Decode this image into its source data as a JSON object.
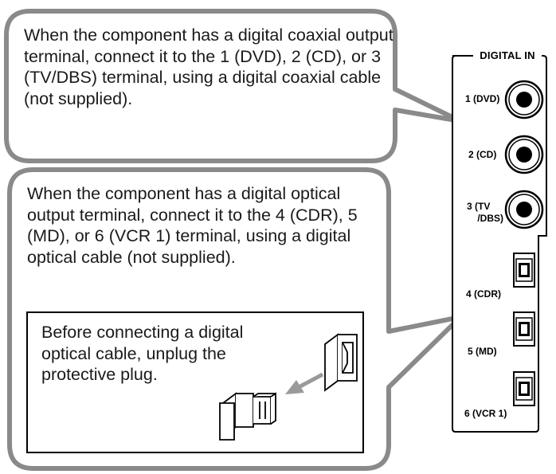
{
  "callouts": [
    {
      "text": "When the component has a digital coaxial output terminal, connect it to the 1 (DVD), 2 (CD), or 3 (TV/DBS) terminal, using a digital coaxial cable (not supplied)."
    },
    {
      "text": "When the component has a digital optical output terminal, connect it to the 4 (CDR), 5 (MD), or 6 (VCR 1) terminal, using a digital optical cable (not supplied)."
    }
  ],
  "note": {
    "text": "Before connecting a digital optical cable, unplug the protective plug."
  },
  "panel": {
    "title": "DIGITAL IN",
    "terminals": [
      {
        "label": "1 (DVD)",
        "type": "coaxial"
      },
      {
        "label": "2 (CD)",
        "type": "coaxial"
      },
      {
        "label": "3 (TV",
        "label2": "/DBS)",
        "type": "coaxial"
      },
      {
        "label": "4 (CDR)",
        "type": "optical"
      },
      {
        "label": "5 (MD)",
        "type": "optical"
      },
      {
        "label": "6 (VCR 1)",
        "type": "optical"
      }
    ]
  },
  "colors": {
    "callout_border": "#8a8a8a",
    "ink": "#000000",
    "text": "#1a1a1a"
  }
}
